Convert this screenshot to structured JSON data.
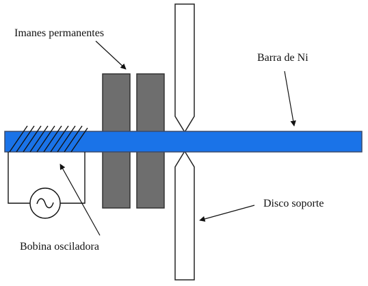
{
  "labels": {
    "magnets": "Imanes permanentes",
    "rod": "Barra de Ni",
    "support_disk": "Disco soporte",
    "coil": "Bobina osciladora"
  },
  "colors": {
    "rod_fill": "#1a73e8",
    "rod_stroke": "#3a4a6a",
    "magnet_fill": "#6e6e6e",
    "magnet_stroke": "#303030",
    "line": "#111111",
    "support_fill": "#ffffff"
  },
  "icons": {
    "ac_source": "sine-wave-source-icon"
  }
}
